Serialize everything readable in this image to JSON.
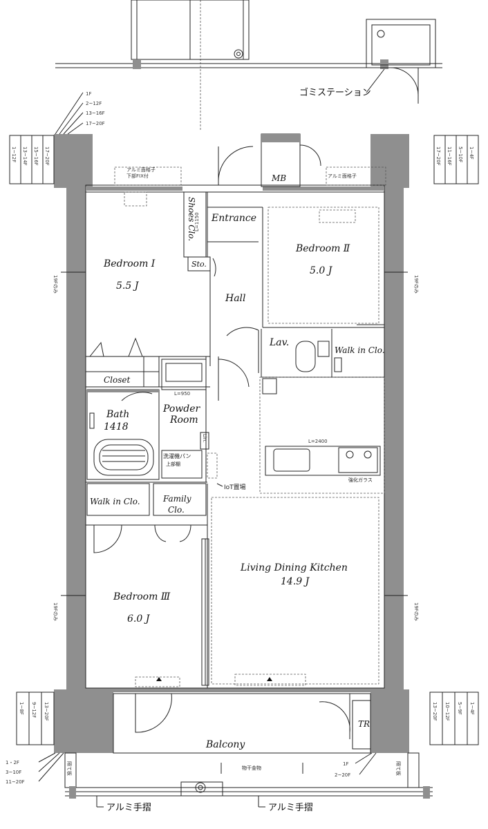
{
  "rooms": {
    "bedroom1": {
      "name": "Bedroom Ⅰ",
      "size": "5.5 J"
    },
    "bedroom2": {
      "name": "Bedroom Ⅱ",
      "size": "5.0 J"
    },
    "bedroom3": {
      "name": "Bedroom Ⅲ",
      "size": "6.0 J"
    },
    "ldk": {
      "name": "Living Dining Kitchen",
      "size": "14.9 J"
    },
    "bath": {
      "name": "Bath",
      "size": "1418"
    },
    "powder": {
      "line1": "Powder",
      "line2": "Room"
    },
    "entrance": "Entrance",
    "hall": "Hall",
    "lav": "Lav.",
    "shoes": "Shoes Clo.",
    "sto": "Sto.",
    "closet": "Closet",
    "walkin1": "Walk in Clo.",
    "walkin2": "Walk in Clo.",
    "family": {
      "line1": "Family",
      "line2": "Clo."
    },
    "mb": "MB",
    "tr": "TR",
    "balcony": "Balcony",
    "lin": "Lin."
  },
  "labels": {
    "garbage": "ゴミステーション",
    "handrail_left": "アルミ手摺",
    "handrail_right": "アルミ手摺",
    "iot": "IoT置場",
    "washer_line1": "洗濯機パン",
    "washer_line2": "上部棚",
    "kitchen_width": "L=2400",
    "powder_width": "L=950",
    "shoes_height": "L=1150",
    "glass": "強化ガラス",
    "grille_left": "アルミ面格子",
    "grille_left2": "下部FIX付",
    "grille_right": "アルミ面格子",
    "dryer": "物干金物",
    "partition_left": "隔て板",
    "partition_right": "隔て板",
    "floor19_a": "19Fのみ",
    "floor19_b": "19Fのみ",
    "floor19_c": "19Fのみ",
    "floor19_d": "19Fのみ"
  },
  "floor_legends": {
    "top_left": [
      "1F",
      "2~12F",
      "13~16F",
      "17~20F"
    ],
    "top_left_cols": [
      "1~12F",
      "13~14F",
      "15~16F",
      "17~20F"
    ],
    "top_right_cols": [
      "17~20F",
      "11~16F",
      "5~10F",
      "1~4F"
    ],
    "bottom_left_cols": [
      "1~8F",
      "9~12F",
      "13~20F"
    ],
    "bottom_right_cols": [
      "13~20F",
      "10~12F",
      "5~9F",
      "1~4F"
    ],
    "bottom_left": [
      "1・2F",
      "3~10F",
      "11~20F"
    ],
    "bottom_right": [
      "1F",
      "2~20F"
    ]
  }
}
